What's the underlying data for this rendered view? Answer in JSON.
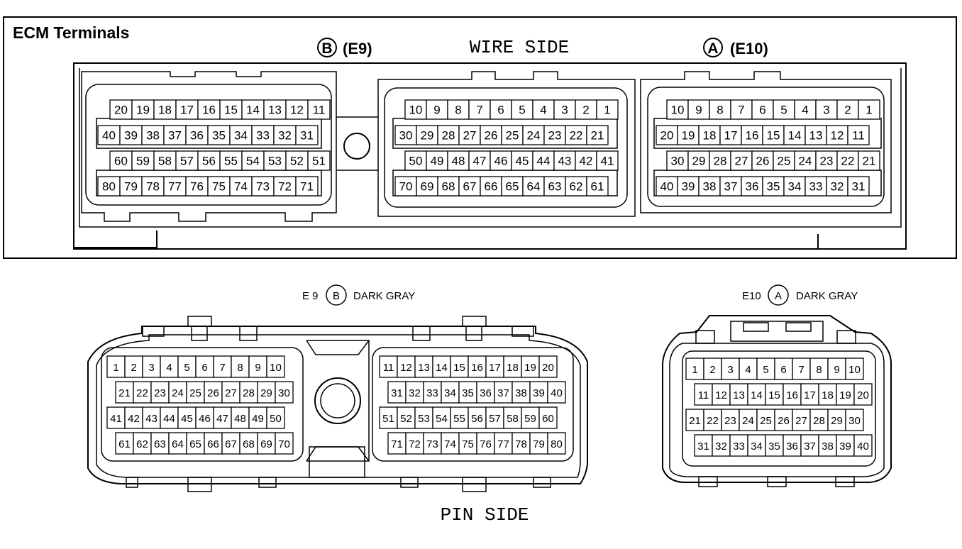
{
  "wire_side": {
    "title": "ECM Terminals",
    "side_label": "WIRE SIDE",
    "b_marker": "B",
    "b_code": "(E9)",
    "a_marker": "A",
    "a_code": "(E10)",
    "b_rows": [
      [
        "20",
        "19",
        "18",
        "17",
        "16",
        "15",
        "14",
        "13",
        "12",
        "11"
      ],
      [
        "40",
        "39",
        "38",
        "37",
        "36",
        "35",
        "34",
        "33",
        "32",
        "31"
      ],
      [
        "60",
        "59",
        "58",
        "57",
        "56",
        "55",
        "54",
        "53",
        "52",
        "51"
      ],
      [
        "80",
        "79",
        "78",
        "77",
        "76",
        "75",
        "74",
        "73",
        "72",
        "71"
      ]
    ],
    "b2_rows": [
      [
        "10",
        "9",
        "8",
        "7",
        "6",
        "5",
        "4",
        "3",
        "2",
        "1"
      ],
      [
        "30",
        "29",
        "28",
        "27",
        "26",
        "25",
        "24",
        "23",
        "22",
        "21"
      ],
      [
        "50",
        "49",
        "48",
        "47",
        "46",
        "45",
        "44",
        "43",
        "42",
        "41"
      ],
      [
        "70",
        "69",
        "68",
        "67",
        "66",
        "65",
        "64",
        "63",
        "62",
        "61"
      ]
    ],
    "a_rows": [
      [
        "10",
        "9",
        "8",
        "7",
        "6",
        "5",
        "4",
        "3",
        "2",
        "1"
      ],
      [
        "20",
        "19",
        "18",
        "17",
        "16",
        "15",
        "14",
        "13",
        "12",
        "11"
      ],
      [
        "30",
        "29",
        "28",
        "27",
        "26",
        "25",
        "24",
        "23",
        "22",
        "21"
      ],
      [
        "40",
        "39",
        "38",
        "37",
        "36",
        "35",
        "34",
        "33",
        "32",
        "31"
      ]
    ]
  },
  "pin_side": {
    "side_label": "PIN SIDE",
    "e9_label_prefix": "E 9",
    "e9_marker": "B",
    "e9_color": "DARK GRAY",
    "e10_label_prefix": "E10",
    "e10_marker": "A",
    "e10_color": "DARK GRAY",
    "e9_left_rows": [
      [
        "1",
        "2",
        "3",
        "4",
        "5",
        "6",
        "7",
        "8",
        "9",
        "10"
      ],
      [
        "21",
        "22",
        "23",
        "24",
        "25",
        "26",
        "27",
        "28",
        "29",
        "30"
      ],
      [
        "41",
        "42",
        "43",
        "44",
        "45",
        "46",
        "47",
        "48",
        "49",
        "50"
      ],
      [
        "61",
        "62",
        "63",
        "64",
        "65",
        "66",
        "67",
        "68",
        "69",
        "70"
      ]
    ],
    "e9_right_rows": [
      [
        "11",
        "12",
        "13",
        "14",
        "15",
        "16",
        "17",
        "18",
        "19",
        "20"
      ],
      [
        "31",
        "32",
        "33",
        "34",
        "35",
        "36",
        "37",
        "38",
        "39",
        "40"
      ],
      [
        "51",
        "52",
        "53",
        "54",
        "55",
        "56",
        "57",
        "58",
        "59",
        "60"
      ],
      [
        "71",
        "72",
        "73",
        "74",
        "75",
        "76",
        "77",
        "78",
        "79",
        "80"
      ]
    ],
    "e10_rows": [
      [
        "1",
        "2",
        "3",
        "4",
        "5",
        "6",
        "7",
        "8",
        "9",
        "10"
      ],
      [
        "11",
        "12",
        "13",
        "14",
        "15",
        "16",
        "17",
        "18",
        "19",
        "20"
      ],
      [
        "21",
        "22",
        "23",
        "24",
        "25",
        "26",
        "27",
        "28",
        "29",
        "30"
      ],
      [
        "31",
        "32",
        "33",
        "34",
        "35",
        "36",
        "37",
        "38",
        "39",
        "40"
      ]
    ]
  }
}
